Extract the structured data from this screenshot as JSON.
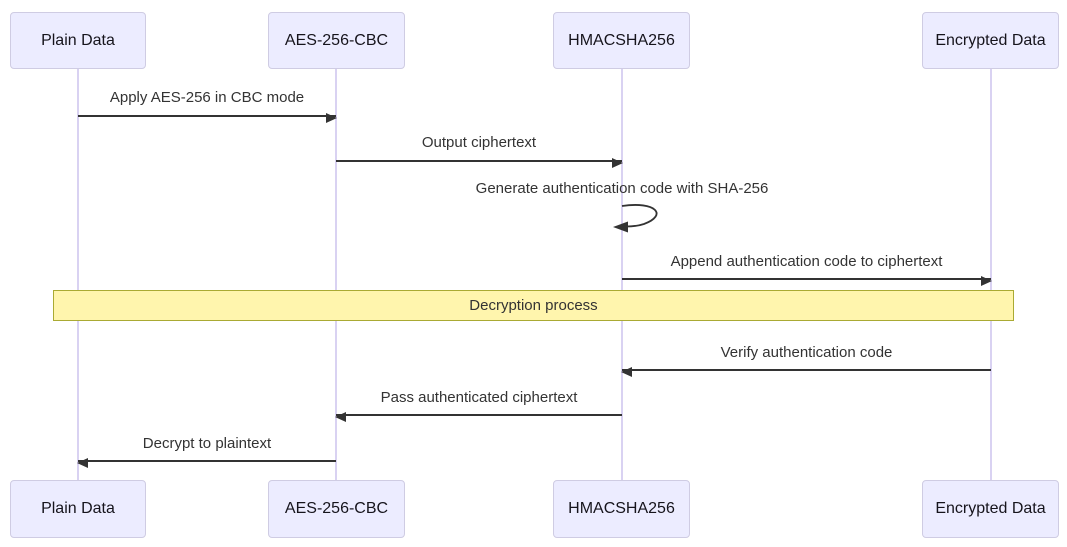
{
  "diagram": {
    "type": "sequence",
    "participants": [
      {
        "id": "plain-data",
        "label": "Plain Data"
      },
      {
        "id": "aes-256-cbc",
        "label": "AES-256-CBC"
      },
      {
        "id": "hmacsha256",
        "label": "HMACSHA256"
      },
      {
        "id": "encrypted-data",
        "label": "Encrypted Data"
      }
    ],
    "messages": [
      {
        "from": "Plain Data",
        "to": "AES-256-CBC",
        "label": "Apply AES-256 in CBC mode",
        "direction": "right",
        "style": "solid"
      },
      {
        "from": "AES-256-CBC",
        "to": "HMACSHA256",
        "label": "Output ciphertext",
        "direction": "right",
        "style": "solid"
      },
      {
        "from": "HMACSHA256",
        "to": "HMACSHA256",
        "label": "Generate authentication code with SHA-256",
        "direction": "self",
        "style": "solid"
      },
      {
        "from": "HMACSHA256",
        "to": "Encrypted Data",
        "label": "Append authentication code to ciphertext",
        "direction": "right",
        "style": "solid"
      },
      {
        "from": "Encrypted Data",
        "to": "HMACSHA256",
        "label": "Verify authentication code",
        "direction": "left",
        "style": "solid"
      },
      {
        "from": "HMACSHA256",
        "to": "AES-256-CBC",
        "label": "Pass authenticated ciphertext",
        "direction": "left",
        "style": "solid"
      },
      {
        "from": "AES-256-CBC",
        "to": "Plain Data",
        "label": "Decrypt to plaintext",
        "direction": "left",
        "style": "solid"
      }
    ],
    "note": {
      "label": "Decryption process",
      "spans": [
        "Plain Data",
        "Encrypted Data"
      ]
    },
    "colors": {
      "actor_fill": "#ECECFF",
      "actor_border": "#cfcce3",
      "lifeline": "#d9d2f2",
      "arrow": "#333333",
      "message_text": "#333333",
      "note_fill": "#fff5ad",
      "note_border": "#aaaa33",
      "background": "#ffffff"
    }
  }
}
